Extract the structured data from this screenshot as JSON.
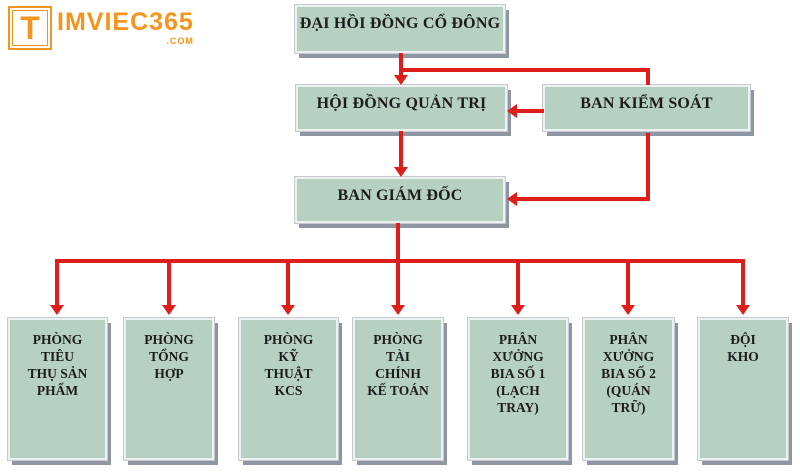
{
  "logo": {
    "symbol": "T",
    "brand": "IMVIEC365",
    "tld": ".COM",
    "color": "#f7941e"
  },
  "org_chart": {
    "type": "organization-chart",
    "nodes": {
      "shareholders": {
        "label": "ĐẠI HỒI ĐỒNG CỔ ĐÔNG"
      },
      "board": {
        "label": "HỘI ĐỒNG QUẢN TRỊ"
      },
      "supervisory": {
        "label": "BAN KIỂM SOÁT"
      },
      "management": {
        "label": "BAN GIÁM ĐỐC"
      },
      "departments": [
        {
          "label": "PHÒNG\nTIÊU\nTHỤ SẢN\nPHẨM"
        },
        {
          "label": "PHÒNG\nTỔNG\nHỢP"
        },
        {
          "label": "PHÒNG\nKỸ\nTHUẬT\nKCS"
        },
        {
          "label": "PHÒNG\nTÀI\nCHÍNH\nKẾ TOÁN"
        },
        {
          "label": "PHÂN\nXƯỞNG\nBIA SỐ 1\n(LẠCH\nTRAY)"
        },
        {
          "label": "PHÂN\nXƯỞNG\nBIA SỐ 2\n(QUÁN\nTRỮ)"
        },
        {
          "label": "ĐỘI\nKHO"
        }
      ]
    },
    "edges": [
      {
        "from": "shareholders",
        "to": "board"
      },
      {
        "from": "shareholders",
        "to": "supervisory"
      },
      {
        "from": "supervisory",
        "to": "board"
      },
      {
        "from": "board",
        "to": "management"
      },
      {
        "from": "supervisory",
        "to": "management"
      },
      {
        "from": "management",
        "to": "departments.0"
      },
      {
        "from": "management",
        "to": "departments.1"
      },
      {
        "from": "management",
        "to": "departments.2"
      },
      {
        "from": "management",
        "to": "departments.3"
      },
      {
        "from": "management",
        "to": "departments.4"
      },
      {
        "from": "management",
        "to": "departments.5"
      },
      {
        "from": "management",
        "to": "departments.6"
      }
    ],
    "colors": {
      "box_fill": "#b6d0c1",
      "box_shadow": "#8d96a2",
      "arrow": "#de1e19",
      "text": "#1c1c1c"
    }
  }
}
